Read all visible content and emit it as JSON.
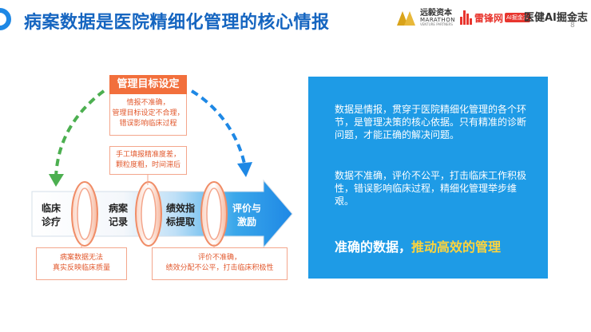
{
  "header": {
    "title": "病案数据是医院精细化管理的核心情报",
    "page_number": "8"
  },
  "logos": {
    "marathon_cn": "远毅资本",
    "marathon_en": "MARATHON",
    "marathon_sub": "VENTURE PARTNERS",
    "leifeng_cn": "雷锋网",
    "leifeng_tag": "AI掘金志",
    "yijian": "医健AI掘金志"
  },
  "diagram": {
    "goal_label": "管理目标设定",
    "goal_note": [
      "情报不准确，",
      "管理目标设定不合理，",
      "错误影响临床过程"
    ],
    "record_note": [
      "手工填报精准度差，",
      "颗粒度粗，时间滞后"
    ],
    "steps": [
      {
        "lines": [
          "临床",
          "诊疗"
        ]
      },
      {
        "lines": [
          "病案",
          "记录"
        ]
      },
      {
        "lines": [
          "绩效指",
          "标提取"
        ]
      },
      {
        "lines": [
          "评价与",
          "激励"
        ]
      }
    ],
    "bottom_left_note": [
      "病案数据无法",
      "真实反映临床质量"
    ],
    "bottom_right_note": [
      "评价不准确，",
      "绩效分配不公平，打击临床积极性"
    ]
  },
  "panel": {
    "paragraph1": "数据是情报，贯穿于医院精细化管理的各个环节，是管理决策的核心依据。只有精准的诊断问题，才能正确的解决问题。",
    "paragraph2": "数据不准确，评价不公平，打击临床工作积极性，错误影响临床过程，精细化管理举步维艰。",
    "slogan_a": "准确的数据，",
    "slogan_b": "推动高效的管理"
  },
  "colors": {
    "title_blue": "#1565c0",
    "accent_orange": "#f26f3c",
    "note_text": "#e2592e",
    "panel_blue": "#1e9be6",
    "arrow_blue": "#1e88e5",
    "arc_green": "#4caf50",
    "slogan_yellow": "#ffd43b"
  }
}
